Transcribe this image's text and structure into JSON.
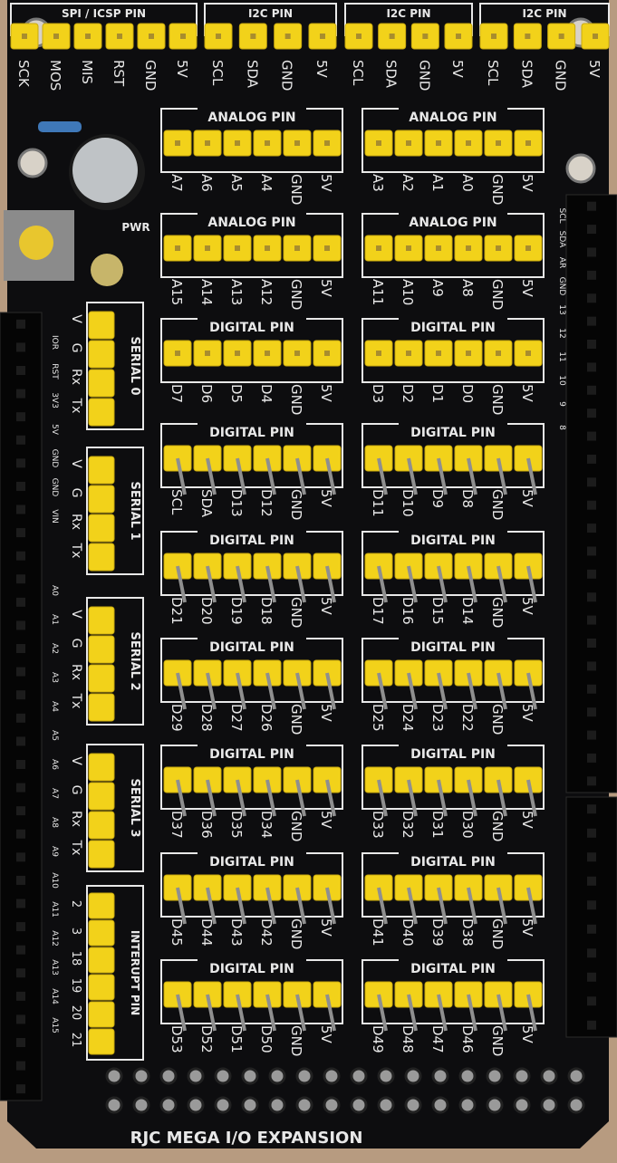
{
  "board_title": "RJC MEGA I/O EXPANSION",
  "colors": {
    "board": "#0d0d0f",
    "pin": "#f2d21a",
    "silk": "#e8e8e8",
    "wood": "#b79b80"
  },
  "top_headers": [
    {
      "title": "SPI / ICSP PIN",
      "labels": [
        "SCK",
        "MOS",
        "MIS",
        "RST",
        "GND",
        "5V"
      ]
    },
    {
      "title": "I2C PIN",
      "labels": [
        "SCL",
        "SDA",
        "GND",
        "5V"
      ]
    },
    {
      "title": "I2C PIN",
      "labels": [
        "SCL",
        "SDA",
        "GND",
        "5V"
      ]
    },
    {
      "title": "I2C PIN",
      "labels": [
        "SCL",
        "SDA",
        "GND",
        "5V"
      ]
    }
  ],
  "pin_blocks": [
    {
      "title": "ANALOG PIN",
      "labels": [
        "A7",
        "A6",
        "A5",
        "A4",
        "GND",
        "5V"
      ]
    },
    {
      "title": "ANALOG PIN",
      "labels": [
        "A3",
        "A2",
        "A1",
        "A0",
        "GND",
        "5V"
      ]
    },
    {
      "title": "ANALOG PIN",
      "labels": [
        "A15",
        "A14",
        "A13",
        "A12",
        "GND",
        "5V"
      ]
    },
    {
      "title": "ANALOG PIN",
      "labels": [
        "A11",
        "A10",
        "A9",
        "A8",
        "GND",
        "5V"
      ]
    },
    {
      "title": "DIGITAL PIN",
      "labels": [
        "D7",
        "D6",
        "D5",
        "D4",
        "GND",
        "5V"
      ]
    },
    {
      "title": "DIGITAL PIN",
      "labels": [
        "D3",
        "D2",
        "D1",
        "D0",
        "GND",
        "5V"
      ]
    },
    {
      "title": "DIGITAL PIN",
      "labels": [
        "SCL",
        "SDA",
        "D13",
        "D12",
        "GND",
        "5V"
      ]
    },
    {
      "title": "DIGITAL PIN",
      "labels": [
        "D11",
        "D10",
        "D9",
        "D8",
        "GND",
        "5V"
      ]
    },
    {
      "title": "DIGITAL PIN",
      "labels": [
        "D21",
        "D20",
        "D19",
        "D18",
        "GND",
        "5V"
      ]
    },
    {
      "title": "DIGITAL PIN",
      "labels": [
        "D17",
        "D16",
        "D15",
        "D14",
        "GND",
        "5V"
      ]
    },
    {
      "title": "DIGITAL PIN",
      "labels": [
        "D29",
        "D28",
        "D27",
        "D26",
        "GND",
        "5V"
      ]
    },
    {
      "title": "DIGITAL PIN",
      "labels": [
        "D25",
        "D24",
        "D23",
        "D22",
        "GND",
        "5V"
      ]
    },
    {
      "title": "DIGITAL PIN",
      "labels": [
        "D37",
        "D36",
        "D35",
        "D34",
        "GND",
        "5V"
      ]
    },
    {
      "title": "DIGITAL PIN",
      "labels": [
        "D33",
        "D32",
        "D31",
        "D30",
        "GND",
        "5V"
      ]
    },
    {
      "title": "DIGITAL PIN",
      "labels": [
        "D45",
        "D44",
        "D43",
        "D42",
        "GND",
        "5V"
      ]
    },
    {
      "title": "DIGITAL PIN",
      "labels": [
        "D41",
        "D40",
        "D39",
        "D38",
        "GND",
        "5V"
      ]
    },
    {
      "title": "DIGITAL PIN",
      "labels": [
        "D53",
        "D52",
        "D51",
        "D50",
        "GND",
        "5V"
      ]
    },
    {
      "title": "DIGITAL PIN",
      "labels": [
        "D49",
        "D48",
        "D47",
        "D46",
        "GND",
        "5V"
      ]
    }
  ],
  "serial_blocks": [
    {
      "title": "SERIAL 0",
      "labels": [
        "V",
        "G",
        "Rx",
        "Tx"
      ]
    },
    {
      "title": "SERIAL 1",
      "labels": [
        "V",
        "G",
        "Rx",
        "Tx"
      ]
    },
    {
      "title": "SERIAL 2",
      "labels": [
        "V",
        "G",
        "Rx",
        "Tx"
      ]
    },
    {
      "title": "SERIAL 3",
      "labels": [
        "V",
        "G",
        "Rx",
        "Tx"
      ]
    }
  ],
  "interrupt": {
    "title": "INTERUPT PIN",
    "labels": [
      "2",
      "3",
      "18",
      "19",
      "20",
      "21"
    ]
  },
  "power_label": "PWR",
  "power_header_labels": [
    "IOR",
    "RST",
    "3V3",
    "5V",
    "GND",
    "GND",
    "VIN"
  ],
  "analog_edge_labels": [
    "A0",
    "A1",
    "A2",
    "A3",
    "A4",
    "A5",
    "A6",
    "A7",
    "A8",
    "A9",
    "A10",
    "A11",
    "A12",
    "A13",
    "A14",
    "A15"
  ],
  "right_edge_labels": [
    "SCL",
    "SDA",
    "AR",
    "GND",
    "13",
    "12",
    "11",
    "10",
    "9",
    "8"
  ]
}
